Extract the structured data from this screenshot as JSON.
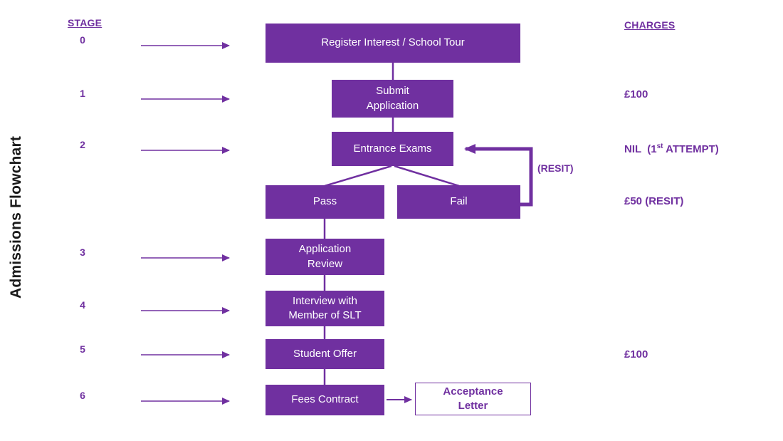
{
  "accent_color": "#7030A0",
  "title": "Admissions Flowchart",
  "headers": {
    "stage": "STAGE",
    "charges": "CHARGES"
  },
  "stages": [
    {
      "label": "0"
    },
    {
      "label": "1"
    },
    {
      "label": "2"
    },
    {
      "label": "3"
    },
    {
      "label": "4"
    },
    {
      "label": "5"
    },
    {
      "label": "6"
    }
  ],
  "boxes": {
    "register": "Register Interest / School Tour",
    "submit": "Submit\nApplication",
    "exams": "Entrance Exams",
    "pass": "Pass",
    "fail": "Fail",
    "review": "Application\nReview",
    "interview": "Interview with\nMember of SLT",
    "offer": "Student Offer",
    "fees": "Fees Contract",
    "acceptance": "Acceptance\nLetter"
  },
  "charges": {
    "application_fee": "£100",
    "exam_fee_prefix": "NIL  (1",
    "exam_fee_sup": "st",
    "exam_fee_suffix": " ATTEMPT)",
    "resit_fee": "£50 (RESIT)",
    "offer_fee": "£100"
  },
  "labels": {
    "resit": "(RESIT)"
  }
}
